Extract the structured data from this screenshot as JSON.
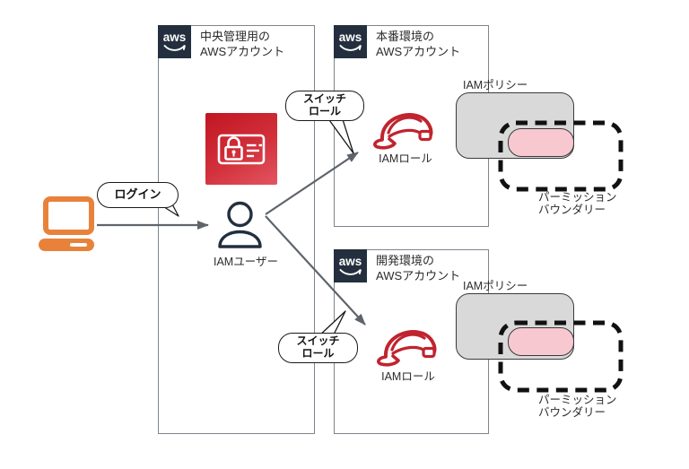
{
  "diagram": {
    "aws_logo_text": "aws",
    "accounts": {
      "central": {
        "line1": "中央管理用の",
        "line2": "AWSアカウント"
      },
      "production": {
        "line1": "本番環境の",
        "line2": "AWSアカウント"
      },
      "development": {
        "line1": "開発環境の",
        "line2": "AWSアカウント"
      }
    },
    "bubbles": {
      "login": "ログイン",
      "switch_role": {
        "line1": "スイッチ",
        "line2": "ロール"
      }
    },
    "nodes": {
      "iam_user": "IAMユーザー",
      "iam_role": "IAMロール",
      "iam_policy": "IAMポリシー",
      "permission_boundary": {
        "line1": "パーミッション",
        "line2": "バウンダリー"
      }
    },
    "icons": {
      "laptop": "laptop-icon",
      "aws_logo": "aws-logo-icon",
      "iam_service": "iam-service-icon",
      "iam_user": "person-icon",
      "iam_role": "hard-hat-icon"
    },
    "colors": {
      "aws_navy": "#232F3E",
      "box_border_gray": "#7e858e",
      "arrow_gray": "#5f646b",
      "role_red": "#C0242E",
      "iam_icon_red_start": "#C01622",
      "iam_icon_red_end": "#E25560",
      "laptop_orange": "#E8823B",
      "policy_gray_fill": "#D9D9D9",
      "boundary_pink_fill": "#F8C8D0",
      "boundary_dash_black": "#111111"
    }
  }
}
